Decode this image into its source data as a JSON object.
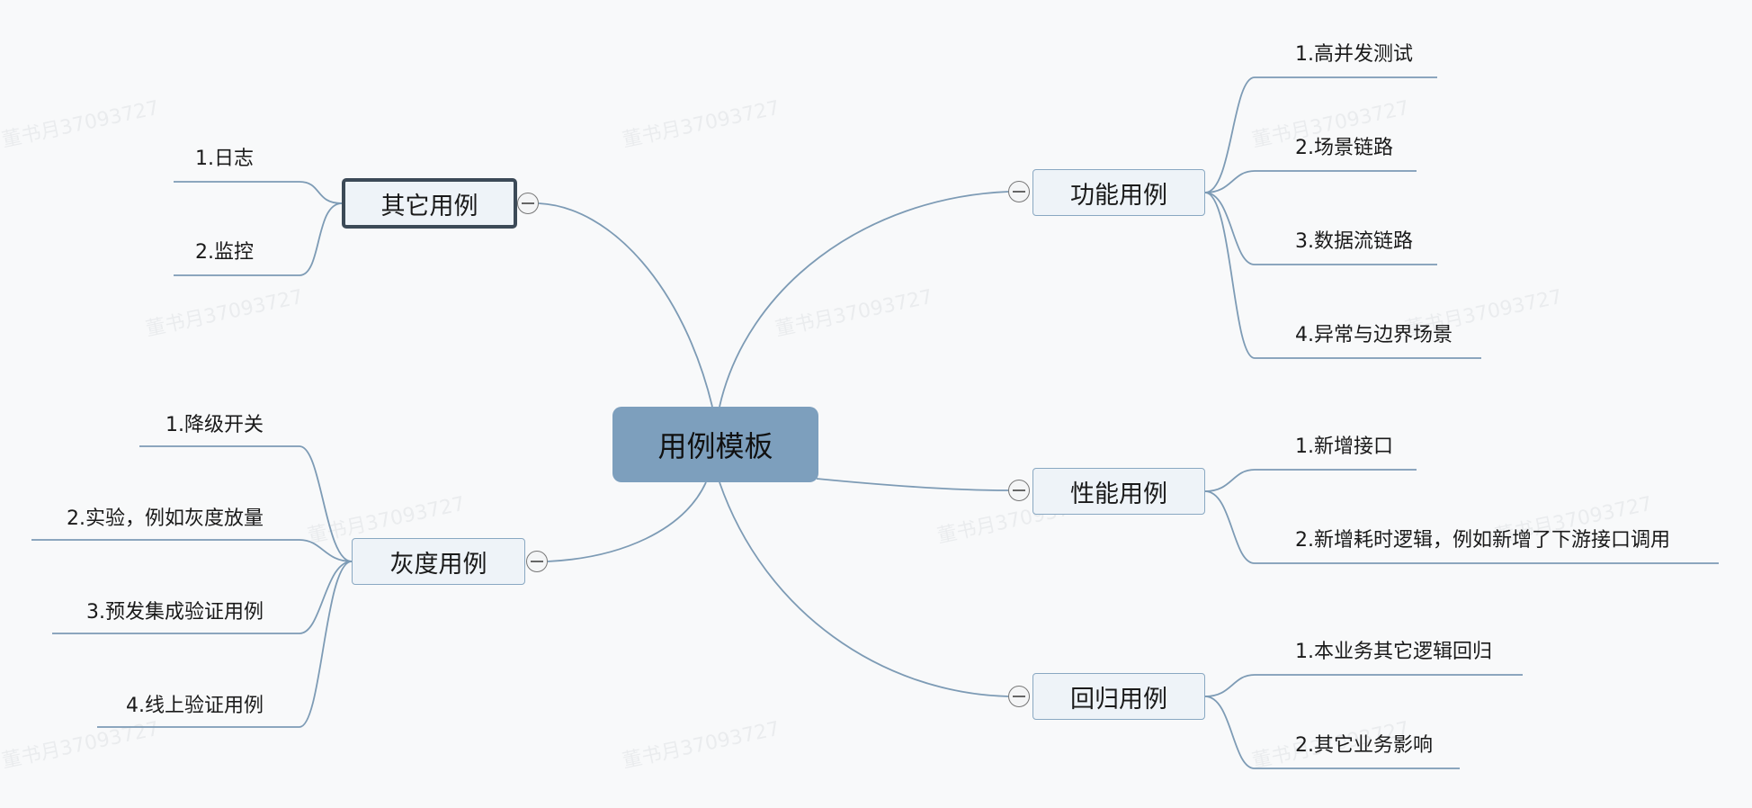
{
  "center": {
    "label": "用例模板"
  },
  "watermark": "董书月37093727",
  "colors": {
    "line": "#7d9bb5",
    "center_fill": "#7d9fbd",
    "node_fill": "#eef3f8",
    "node_border": "#89a8c2",
    "selected_border": "#3c4a57"
  },
  "branches": [
    {
      "id": "functional",
      "label": "功能用例",
      "side": "right",
      "children": [
        "1.高并发测试",
        "2.场景链路",
        "3.数据流链路",
        "4.异常与边界场景"
      ]
    },
    {
      "id": "performance",
      "label": "性能用例",
      "side": "right",
      "children": [
        "1.新增接口",
        "2.新增耗时逻辑，例如新增了下游接口调用"
      ]
    },
    {
      "id": "regression",
      "label": "回归用例",
      "side": "right",
      "children": [
        "1.本业务其它逻辑回归",
        "2.其它业务影响"
      ]
    },
    {
      "id": "other",
      "label": "其它用例",
      "side": "left",
      "selected": true,
      "children": [
        "1.日志",
        "2.监控"
      ]
    },
    {
      "id": "gray",
      "label": "灰度用例",
      "side": "left",
      "children": [
        "1.降级开关",
        "2.实验，例如灰度放量",
        "3.预发集成验证用例",
        "4.线上验证用例"
      ]
    }
  ]
}
